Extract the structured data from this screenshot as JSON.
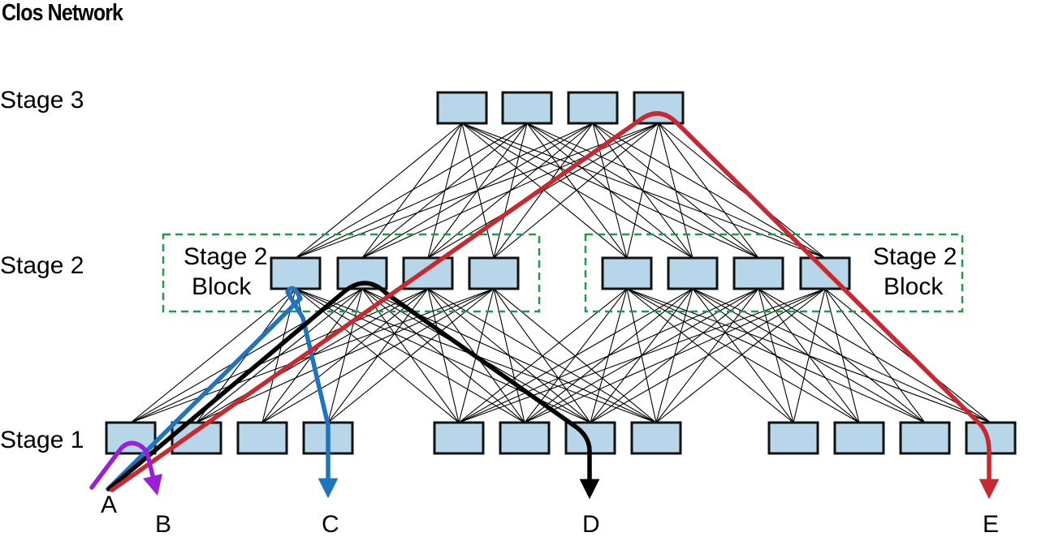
{
  "title": "Clos Network",
  "stage_labels": {
    "stage3": "Stage 3",
    "stage2": "Stage 2",
    "stage1": "Stage 1"
  },
  "block_labels": {
    "left_line1": "Stage 2",
    "left_line2": "Block",
    "right_line1": "Stage 2",
    "right_line2": "Block"
  },
  "endpoints": {
    "a": "A",
    "b": "B",
    "c": "C",
    "d": "D",
    "e": "E"
  },
  "colors": {
    "node_fill": "#b8d6ea",
    "block_border": "#1f9a48",
    "path_red": "#c8282f",
    "path_blue": "#1e74be",
    "path_black": "#000000",
    "path_purple": "#9b1fd6"
  }
}
